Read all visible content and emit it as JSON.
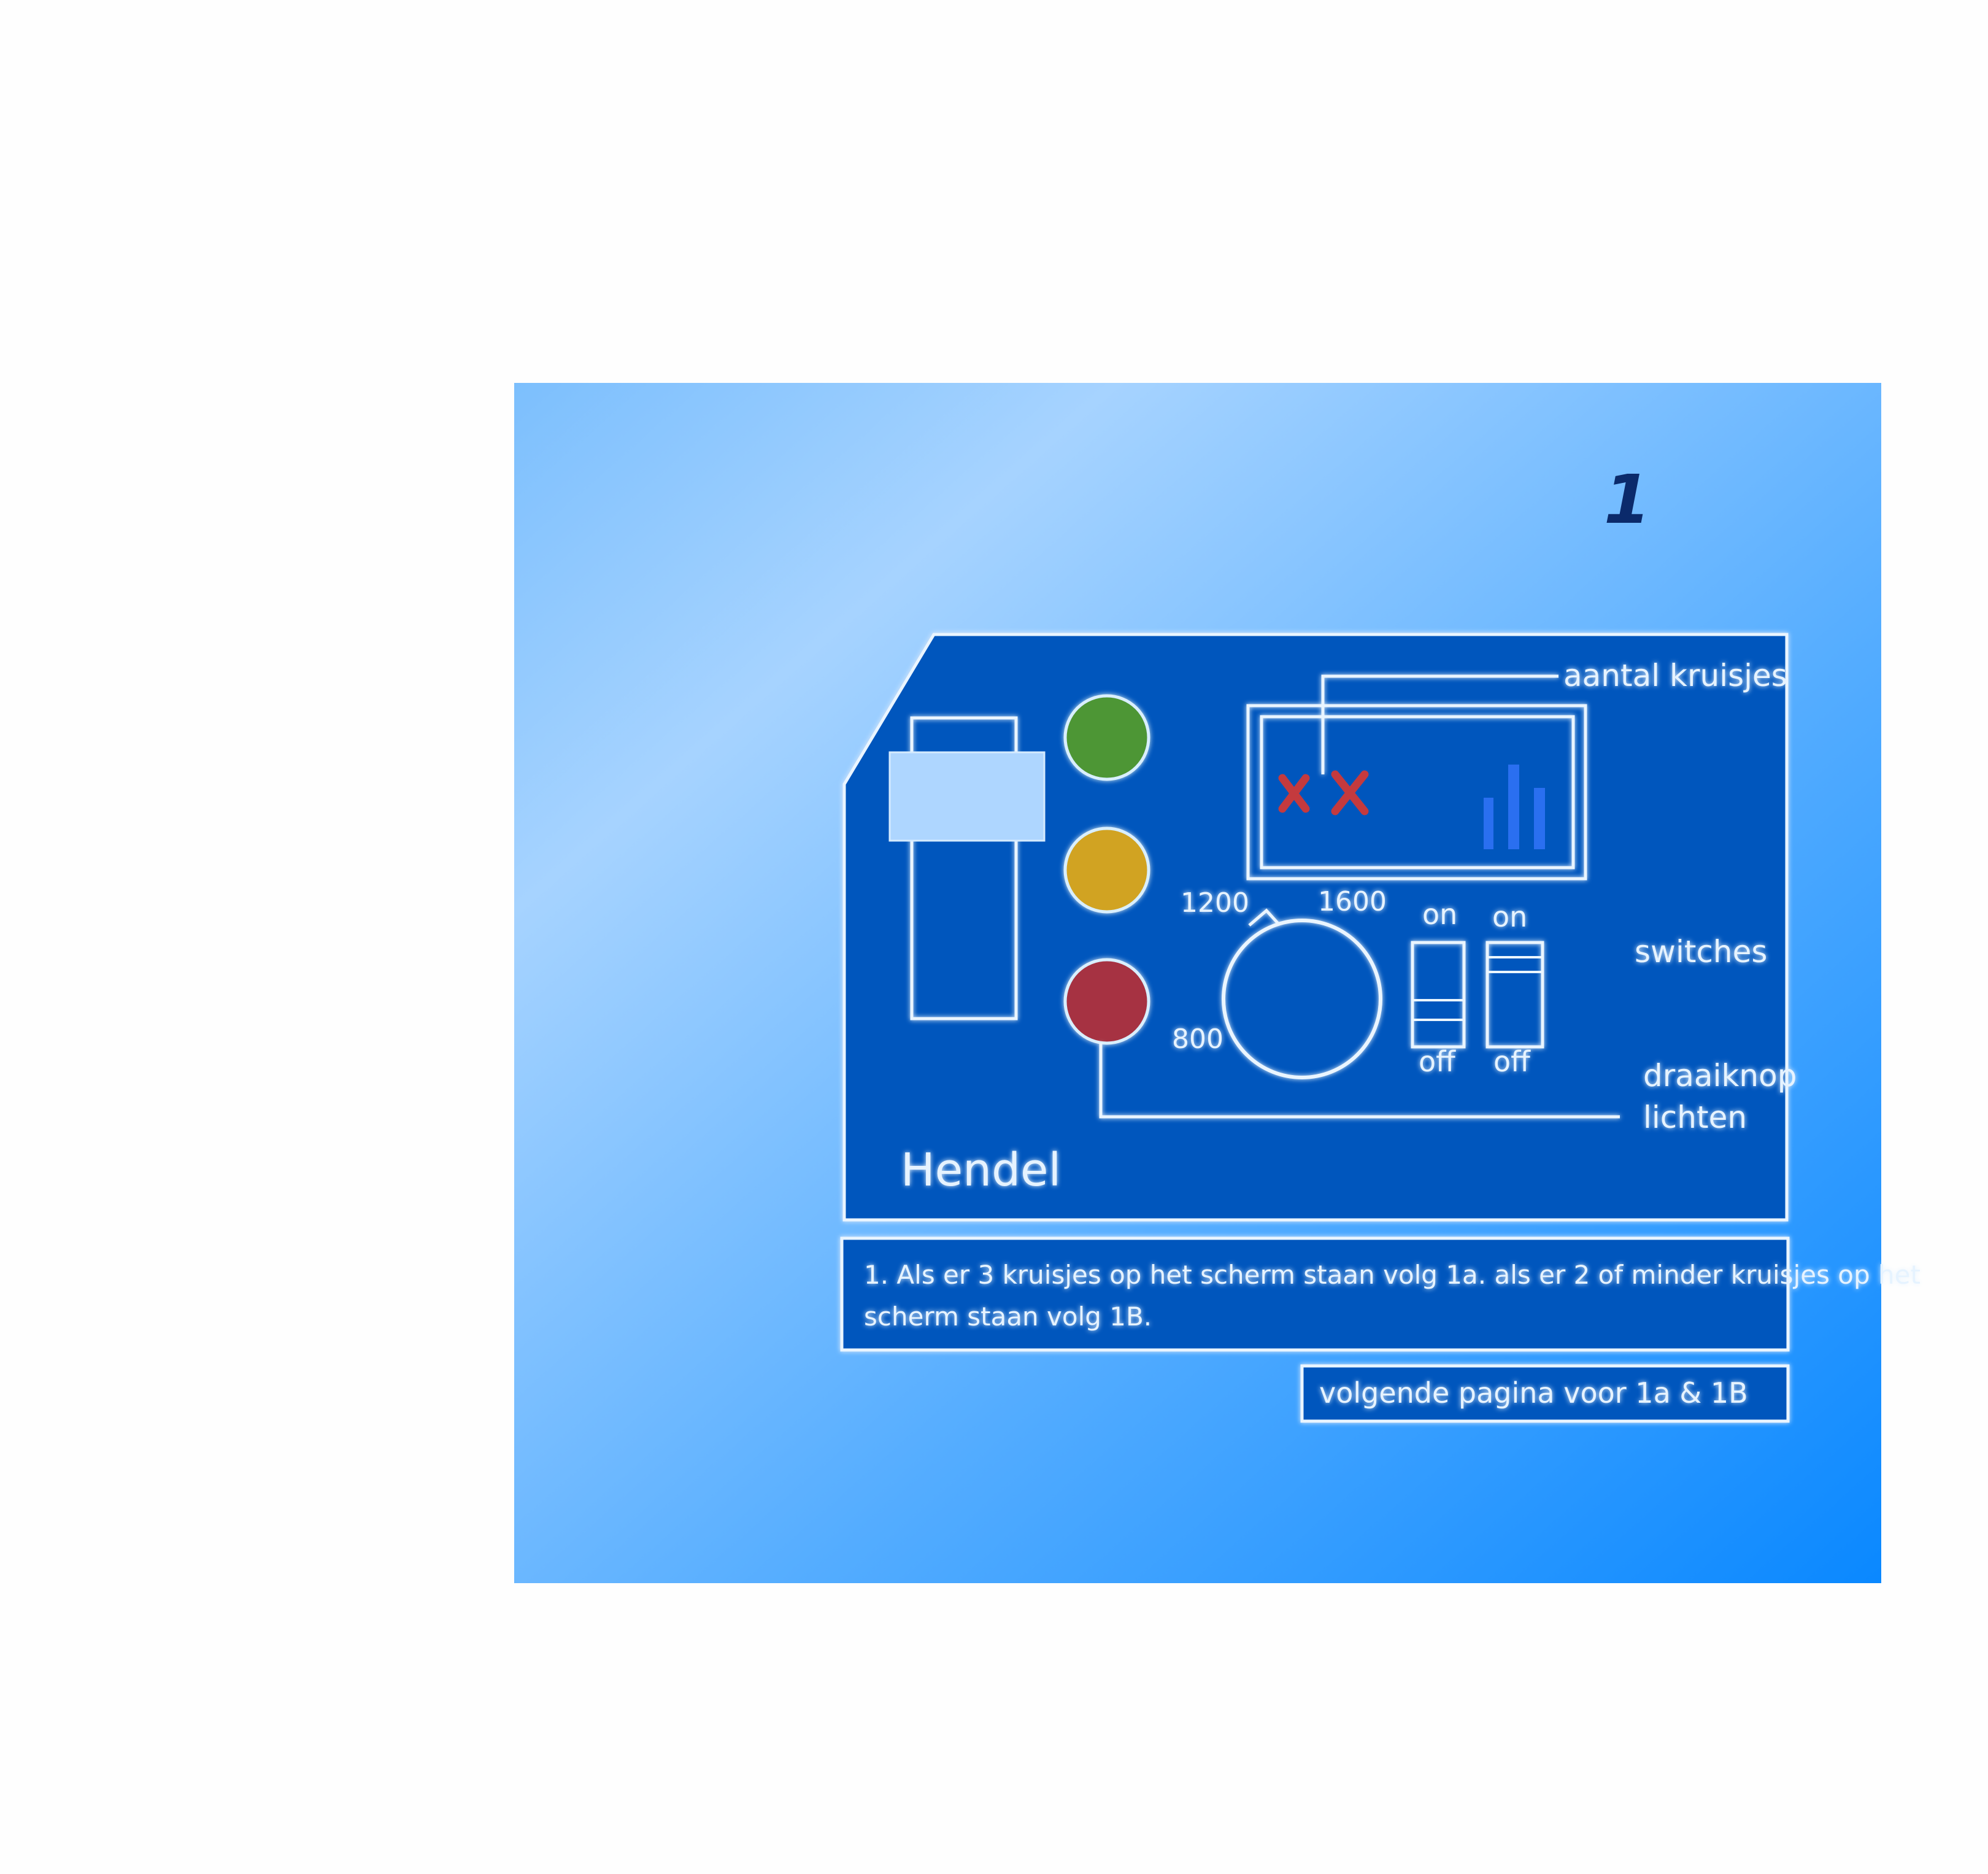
{
  "page_number": "1",
  "panel": {
    "labels": {
      "crosses": "aantal kruisjes",
      "switches": "switches",
      "knob": "draaiknop",
      "lights": "lichten",
      "lever": "Hendel"
    },
    "screen": {
      "crosses": 2
    },
    "knob_scale": {
      "low": "800",
      "mid": "1200",
      "high": "1600"
    },
    "switches": [
      {
        "top": "on",
        "bottom": "off"
      },
      {
        "top": "on",
        "bottom": "off"
      }
    ],
    "lights": [
      {
        "name": "green",
        "color": "#4e9636"
      },
      {
        "name": "yellow",
        "color": "#d1a323"
      },
      {
        "name": "red",
        "color": "#a63243"
      }
    ]
  },
  "instruction": {
    "line1": "1. Als er 3 kruisjes op het scherm staan volg 1a. als er 2 of minder kruisjes op het",
    "line2": "scherm staan volg 1B."
  },
  "next_page": "volgende pagina voor 1a & 1B",
  "colors": {
    "panel": "#0457bd",
    "line": "#eaf5ff",
    "cross": "#c43a3e",
    "bars": "#2a6ff0",
    "lever_block": "#aed6ff"
  }
}
